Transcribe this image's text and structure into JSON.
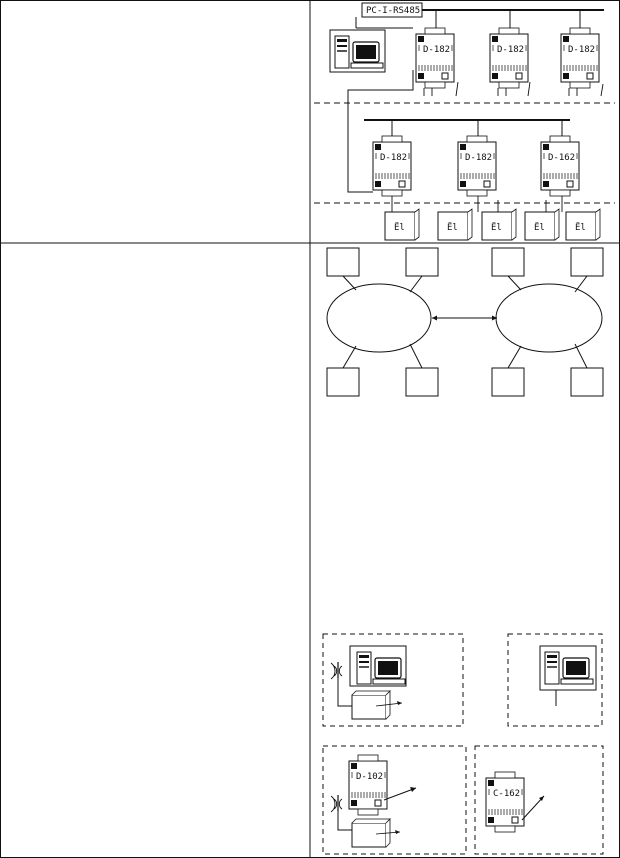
{
  "converter": {
    "label": "PC-I-RS485"
  },
  "modules_top": [
    {
      "label": "D-182"
    },
    {
      "label": "D-182"
    },
    {
      "label": "D-182"
    }
  ],
  "modules_bottom": [
    {
      "label": "D-182"
    },
    {
      "label": "D-182"
    },
    {
      "label": "D-162"
    }
  ],
  "meters": [
    {
      "label": "Ёl"
    },
    {
      "label": "Ёl"
    },
    {
      "label": "Ёl"
    },
    {
      "label": "Ёl"
    },
    {
      "label": "Ёl"
    }
  ],
  "wireless": [
    {
      "label": "D-102"
    },
    {
      "label": "C-162"
    }
  ],
  "icons": {
    "computer": "computer-icon",
    "antenna": "antenna-icon"
  }
}
